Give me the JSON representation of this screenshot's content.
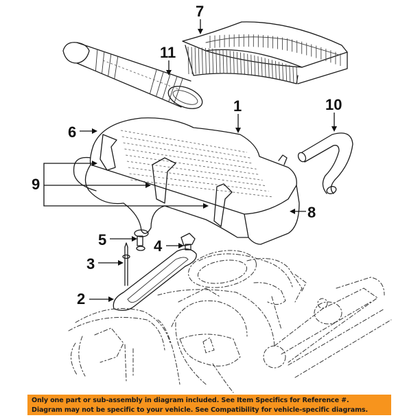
{
  "diagram": {
    "title": "Air Cleaner Assembly exploded parts diagram",
    "callouts": [
      {
        "id": "1",
        "label": "1",
        "part": "air-cleaner-housing"
      },
      {
        "id": "2",
        "label": "2",
        "part": "gasket"
      },
      {
        "id": "3",
        "label": "3",
        "part": "stud"
      },
      {
        "id": "4",
        "label": "4",
        "part": "bolt"
      },
      {
        "id": "5",
        "label": "5",
        "part": "nut"
      },
      {
        "id": "6",
        "label": "6",
        "part": "air-cleaner-cover"
      },
      {
        "id": "7",
        "label": "7",
        "part": "air-filter-element"
      },
      {
        "id": "8",
        "label": "8",
        "part": "housing-bottom"
      },
      {
        "id": "9",
        "label": "9",
        "part": "clamp"
      },
      {
        "id": "10",
        "label": "10",
        "part": "hose"
      },
      {
        "id": "11",
        "label": "11",
        "part": "intake-duct"
      }
    ]
  },
  "banner": {
    "line1": "Only one part or sub-assembly in diagram included. See Item Specifics for Reference #.",
    "line2": "Diagram may not be specific to your vehicle. See Compatibility for vehicle-specific diagrams.",
    "background_color": "#f7941d",
    "text_color": "#1a1a1a"
  }
}
